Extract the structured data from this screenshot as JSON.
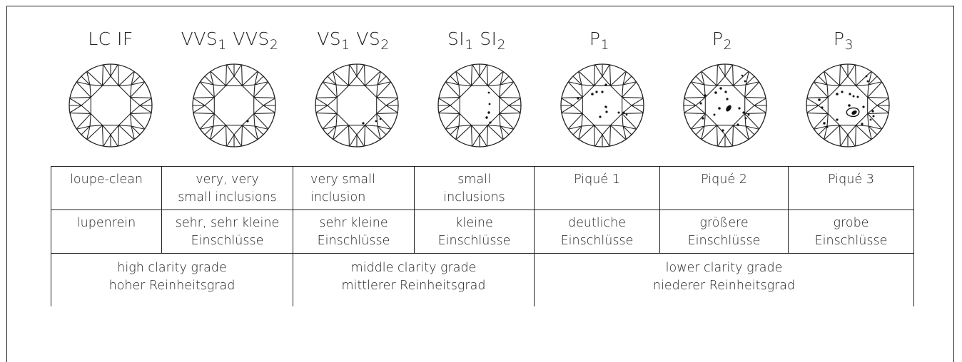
{
  "grades": [
    {
      "base": "LC IF",
      "parts": []
    },
    {
      "parts": [
        {
          "t": "VVS",
          "s": "1"
        },
        {
          "t": " VVS",
          "s": "2"
        }
      ]
    },
    {
      "parts": [
        {
          "t": "VS",
          "s": "1"
        },
        {
          "t": " VS",
          "s": "2"
        }
      ]
    },
    {
      "parts": [
        {
          "t": "SI",
          "s": "1"
        },
        {
          "t": " SI",
          "s": "2"
        }
      ]
    },
    {
      "parts": [
        {
          "t": "P",
          "s": "1"
        }
      ]
    },
    {
      "parts": [
        {
          "t": "P",
          "s": "2"
        }
      ]
    },
    {
      "parts": [
        {
          "t": "P",
          "s": "3"
        }
      ]
    }
  ],
  "english": [
    [
      "loupe-clean"
    ],
    [
      "very, very",
      "small inclusions"
    ],
    [
      "very small",
      "inclusion"
    ],
    [
      "small",
      "inclusions"
    ],
    [
      "Piqué 1"
    ],
    [
      "Piqué 2"
    ],
    [
      "Piqué 3"
    ]
  ],
  "german": [
    [
      "lupenrein"
    ],
    [
      "sehr, sehr kleine",
      "Einschlüsse"
    ],
    [
      "sehr kleine",
      "Einschlüsse"
    ],
    [
      "kleine",
      "Einschlüsse"
    ],
    [
      "deutliche",
      "Einschlüsse"
    ],
    [
      "größere",
      "Einschlüsse"
    ],
    [
      "grobe",
      "Einschlüsse"
    ]
  ],
  "groups": [
    {
      "en": "high clarity grade",
      "de": "hoher Reinheitsgrad",
      "span": 2
    },
    {
      "en": "middle clarity grade",
      "de": "mittlerer Reinheitsgrad",
      "span": 2
    },
    {
      "en": "lower clarity grade",
      "de": "niederer Reinheitsgrad",
      "span": 3
    }
  ]
}
